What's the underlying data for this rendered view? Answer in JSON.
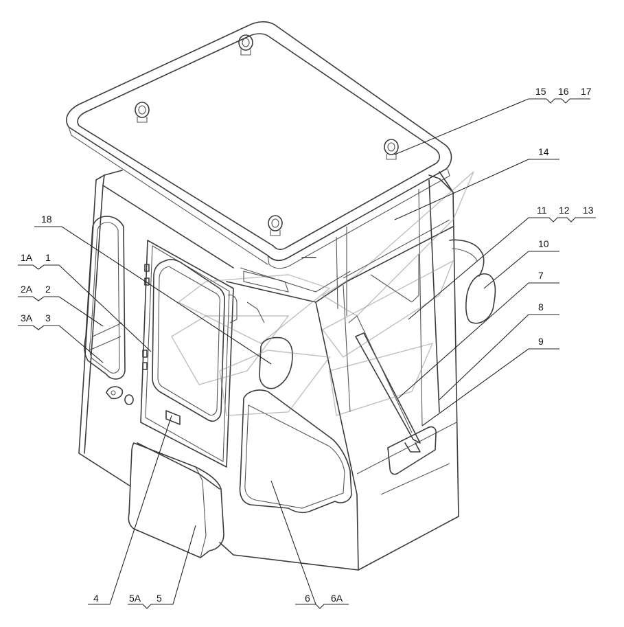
{
  "callouts": {
    "c1A": "1A",
    "c1": "1",
    "c2A": "2A",
    "c2": "2",
    "c3A": "3A",
    "c3": "3",
    "c4": "4",
    "c5A": "5A",
    "c5": "5",
    "c6": "6",
    "c6A": "6A",
    "c7": "7",
    "c8": "8",
    "c9": "9",
    "c10": "10",
    "c11": "11",
    "c12": "12",
    "c13": "13",
    "c14": "14",
    "c15": "15",
    "c16": "16",
    "c17": "17",
    "c18": "18"
  },
  "colors": {
    "line": "#3a3a3a",
    "leader": "#222222",
    "watermark": "#8a8a8a"
  }
}
